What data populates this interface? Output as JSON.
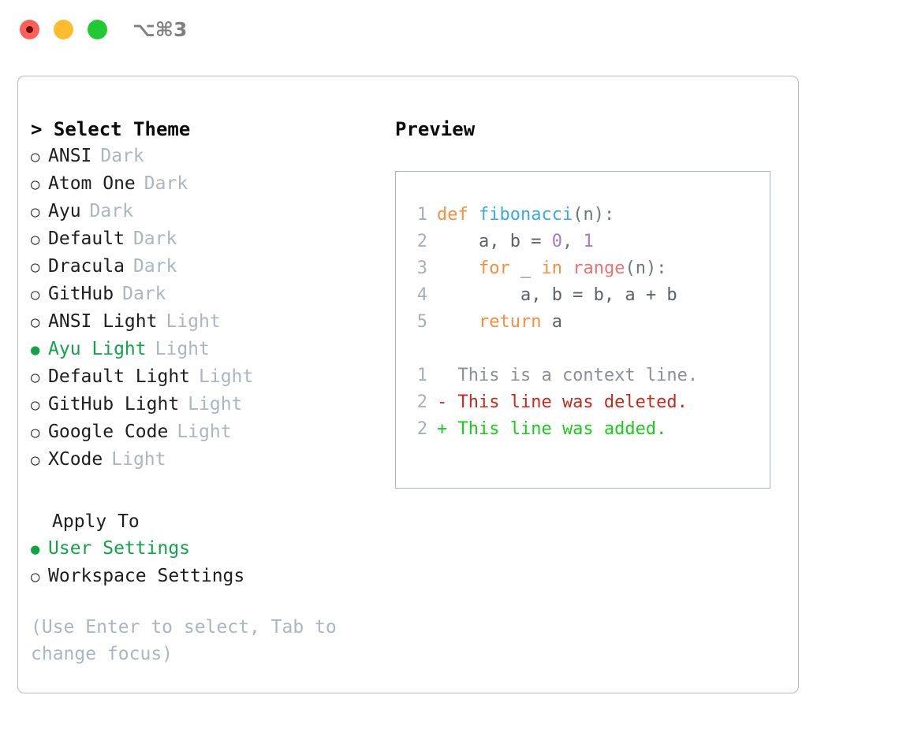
{
  "titlebar": {
    "shortcut": "⌥⌘3",
    "buttons": [
      "close",
      "minimize",
      "maximize"
    ]
  },
  "theme_panel": {
    "heading": "> Select Theme",
    "bullet_selected": "●",
    "bullet_unselected": "○",
    "selected_color": "#12A24A",
    "tag_color": "#ADB4C2",
    "items": [
      {
        "label": "ANSI",
        "tag": "Dark",
        "selected": false
      },
      {
        "label": "Atom One",
        "tag": "Dark",
        "selected": false
      },
      {
        "label": "Ayu",
        "tag": "Dark",
        "selected": false
      },
      {
        "label": "Default",
        "tag": "Dark",
        "selected": false
      },
      {
        "label": "Dracula",
        "tag": "Dark",
        "selected": false
      },
      {
        "label": "GitHub",
        "tag": "Dark",
        "selected": false
      },
      {
        "label": "ANSI Light",
        "tag": "Light",
        "selected": false
      },
      {
        "label": "Ayu Light",
        "tag": "Light",
        "selected": true
      },
      {
        "label": "Default Light",
        "tag": "Light",
        "selected": false
      },
      {
        "label": "GitHub Light",
        "tag": "Light",
        "selected": false
      },
      {
        "label": "Google Code",
        "tag": "Light",
        "selected": false
      },
      {
        "label": "XCode",
        "tag": "Light",
        "selected": false
      }
    ]
  },
  "apply_to": {
    "heading": "Apply To",
    "items": [
      {
        "label": "User Settings",
        "selected": true
      },
      {
        "label": "Workspace Settings",
        "selected": false
      }
    ]
  },
  "hint": "(Use Enter to select, Tab to change focus)",
  "preview": {
    "title": "Preview",
    "code_lines": [
      {
        "no": "1",
        "tokens": [
          {
            "t": "def",
            "c": "kw"
          },
          {
            "t": " ",
            "c": "var"
          },
          {
            "t": "fibonacci",
            "c": "fn"
          },
          {
            "t": "(n):",
            "c": "punc"
          }
        ]
      },
      {
        "no": "2",
        "tokens": [
          {
            "t": "    a, b = ",
            "c": "var"
          },
          {
            "t": "0",
            "c": "num"
          },
          {
            "t": ", ",
            "c": "punc"
          },
          {
            "t": "1",
            "c": "num"
          }
        ]
      },
      {
        "no": "3",
        "tokens": [
          {
            "t": "    ",
            "c": "var"
          },
          {
            "t": "for",
            "c": "kw"
          },
          {
            "t": " _ ",
            "c": "var"
          },
          {
            "t": "in",
            "c": "kw"
          },
          {
            "t": " ",
            "c": "var"
          },
          {
            "t": "range",
            "c": "bif"
          },
          {
            "t": "(n):",
            "c": "punc"
          }
        ]
      },
      {
        "no": "4",
        "tokens": [
          {
            "t": "        a, b = b, a + b",
            "c": "var"
          }
        ]
      },
      {
        "no": "5",
        "tokens": [
          {
            "t": "    ",
            "c": "var"
          },
          {
            "t": "return",
            "c": "kw"
          },
          {
            "t": " a",
            "c": "var"
          }
        ]
      }
    ],
    "diff_lines": [
      {
        "no": "1",
        "marker": "  ",
        "text": "This is a context line.",
        "kind": "diff-ctx"
      },
      {
        "no": "2",
        "marker": "- ",
        "text": "This line was deleted.",
        "kind": "diff-del"
      },
      {
        "no": "2",
        "marker": "+ ",
        "text": "This line was added.",
        "kind": "diff-add"
      }
    ]
  }
}
